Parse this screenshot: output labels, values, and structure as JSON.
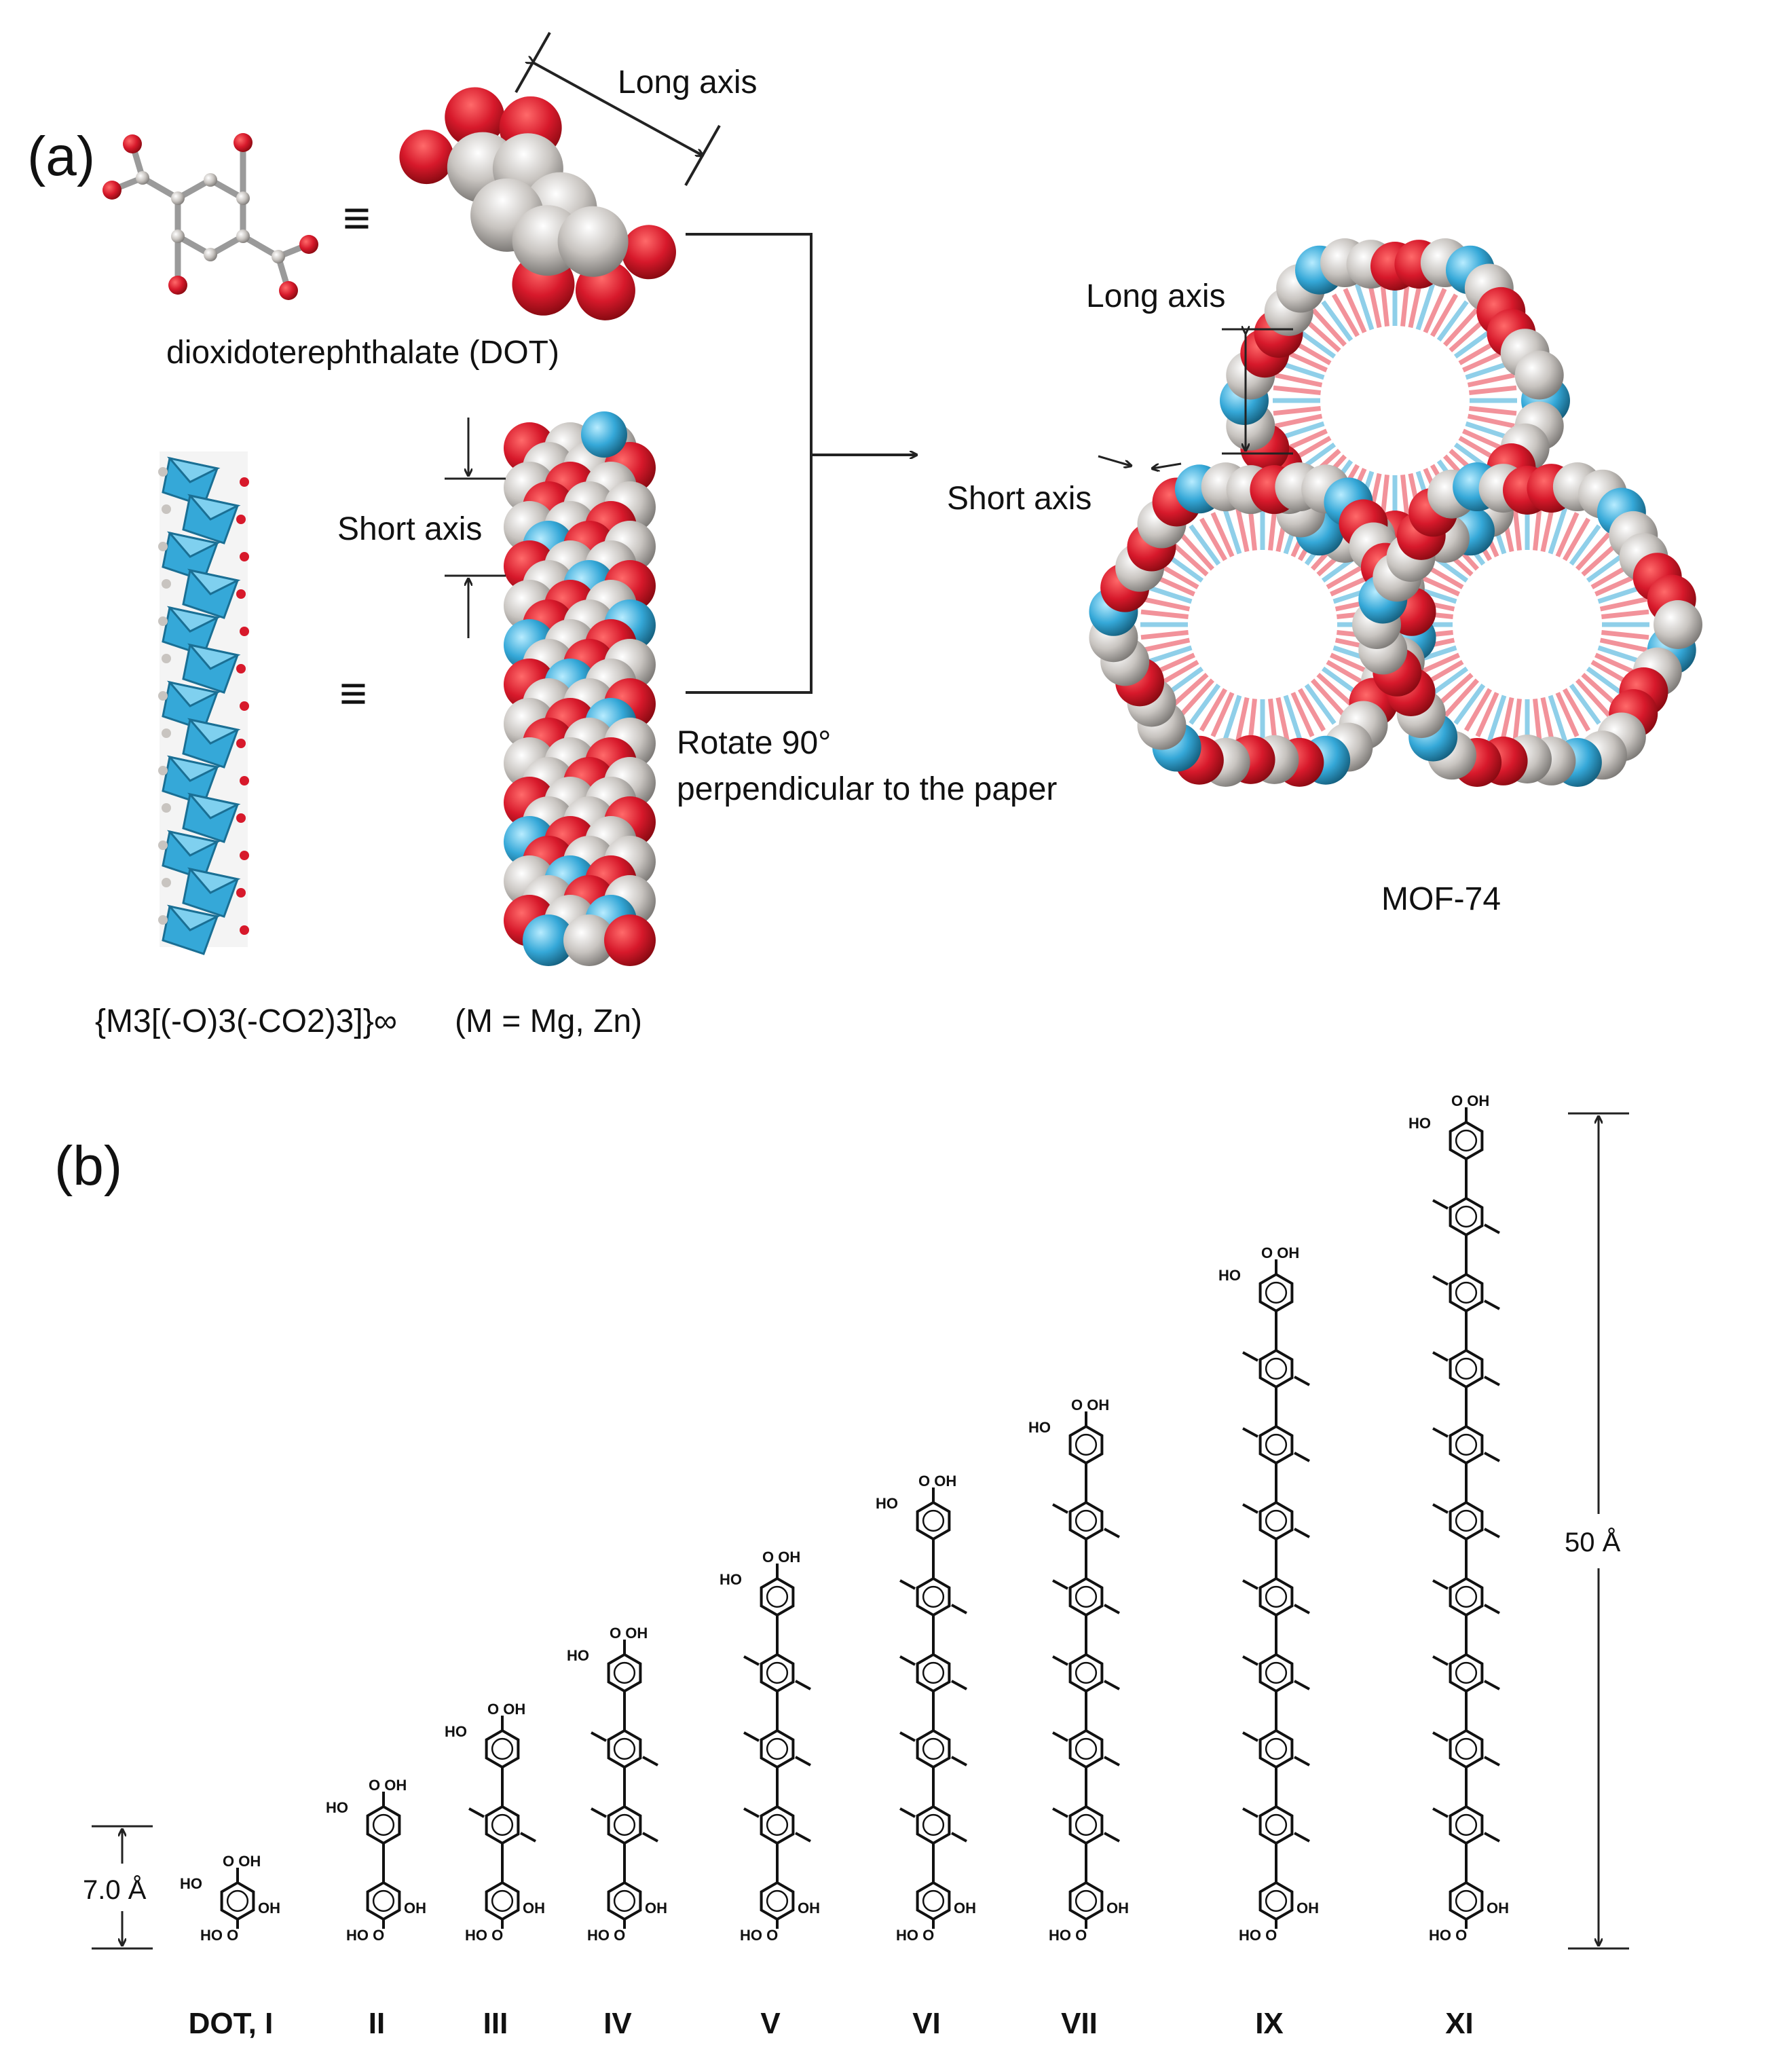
{
  "panel_a": {
    "label": "(a)",
    "long_axis_top": "Long axis",
    "equiv_symbol": "≡",
    "linker_name": "dioxidoterephthalate (DOT)",
    "short_axis": "Short axis",
    "rotate_line1": "Rotate 90°",
    "rotate_line2": "perpendicular to the paper",
    "long_axis_mof": "Long axis",
    "short_axis_mof": "Short axis",
    "mof_name": "MOF-74",
    "sbu_formula": "{M3[(-O)3(-CO2)3]}∞",
    "metal_note": "(M = Mg, Zn)",
    "colors": {
      "oxygen": "#d7192b",
      "carbon": "#c8c4c0",
      "metal": "#35a8d8",
      "hydrogen": "#ffffff"
    }
  },
  "panel_b": {
    "label": "(b)",
    "short_length": "7.0 Å",
    "long_length": "50 Å",
    "linkers": [
      {
        "name": "DOT, I"
      },
      {
        "name": "II"
      },
      {
        "name": "III"
      },
      {
        "name": "IV"
      },
      {
        "name": "V"
      },
      {
        "name": "VI"
      },
      {
        "name": "VII"
      },
      {
        "name": "IX"
      },
      {
        "name": "XI"
      }
    ],
    "groups": {
      "top_acid": "O OH",
      "top_hydroxyl": "HO",
      "bottom_acid": "HO O",
      "bottom_hydroxyl": "OH"
    }
  }
}
